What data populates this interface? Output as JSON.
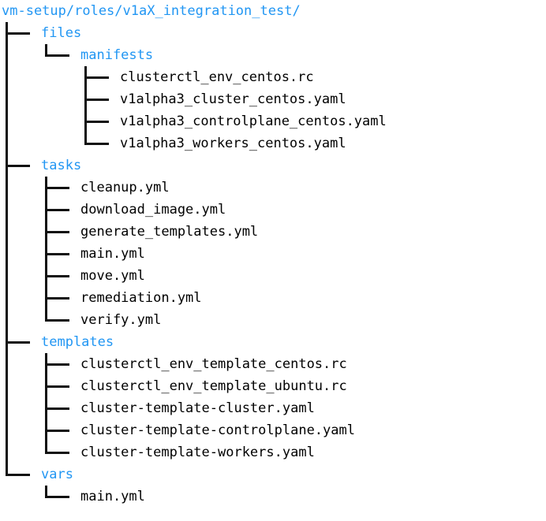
{
  "meta": {
    "dir_color": "#2196f3",
    "file_color": "#000000",
    "line_color": "#111111",
    "background": "#ffffff"
  },
  "tree": {
    "root": "vm-setup/roles/v1aX_integration_test/",
    "rows": [
      {
        "label": "files",
        "kind": "dir",
        "prefix": [
          "tee"
        ]
      },
      {
        "label": "manifests",
        "kind": "dir",
        "prefix": [
          "bar",
          "corner"
        ]
      },
      {
        "label": "clusterctl_env_centos.rc",
        "kind": "file",
        "prefix": [
          "bar",
          "blank",
          "tee"
        ]
      },
      {
        "label": "v1alpha3_cluster_centos.yaml",
        "kind": "file",
        "prefix": [
          "bar",
          "blank",
          "tee"
        ]
      },
      {
        "label": "v1alpha3_controlplane_centos.yaml",
        "kind": "file",
        "prefix": [
          "bar",
          "blank",
          "tee"
        ]
      },
      {
        "label": "v1alpha3_workers_centos.yaml",
        "kind": "file",
        "prefix": [
          "bar",
          "blank",
          "corner"
        ]
      },
      {
        "label": "tasks",
        "kind": "dir",
        "prefix": [
          "tee"
        ]
      },
      {
        "label": "cleanup.yml",
        "kind": "file",
        "prefix": [
          "bar",
          "tee"
        ]
      },
      {
        "label": "download_image.yml",
        "kind": "file",
        "prefix": [
          "bar",
          "tee"
        ]
      },
      {
        "label": "generate_templates.yml",
        "kind": "file",
        "prefix": [
          "bar",
          "tee"
        ]
      },
      {
        "label": "main.yml",
        "kind": "file",
        "prefix": [
          "bar",
          "tee"
        ]
      },
      {
        "label": "move.yml",
        "kind": "file",
        "prefix": [
          "bar",
          "tee"
        ]
      },
      {
        "label": "remediation.yml",
        "kind": "file",
        "prefix": [
          "bar",
          "tee"
        ]
      },
      {
        "label": "verify.yml",
        "kind": "file",
        "prefix": [
          "bar",
          "corner"
        ]
      },
      {
        "label": "templates",
        "kind": "dir",
        "prefix": [
          "tee"
        ]
      },
      {
        "label": "clusterctl_env_template_centos.rc",
        "kind": "file",
        "prefix": [
          "bar",
          "tee"
        ]
      },
      {
        "label": "clusterctl_env_template_ubuntu.rc",
        "kind": "file",
        "prefix": [
          "bar",
          "tee"
        ]
      },
      {
        "label": "cluster-template-cluster.yaml",
        "kind": "file",
        "prefix": [
          "bar",
          "tee"
        ]
      },
      {
        "label": "cluster-template-controlplane.yaml",
        "kind": "file",
        "prefix": [
          "bar",
          "tee"
        ]
      },
      {
        "label": "cluster-template-workers.yaml",
        "kind": "file",
        "prefix": [
          "bar",
          "corner"
        ]
      },
      {
        "label": "vars",
        "kind": "dir",
        "prefix": [
          "corner"
        ]
      },
      {
        "label": "main.yml",
        "kind": "file",
        "prefix": [
          "blank",
          "corner"
        ]
      }
    ]
  }
}
